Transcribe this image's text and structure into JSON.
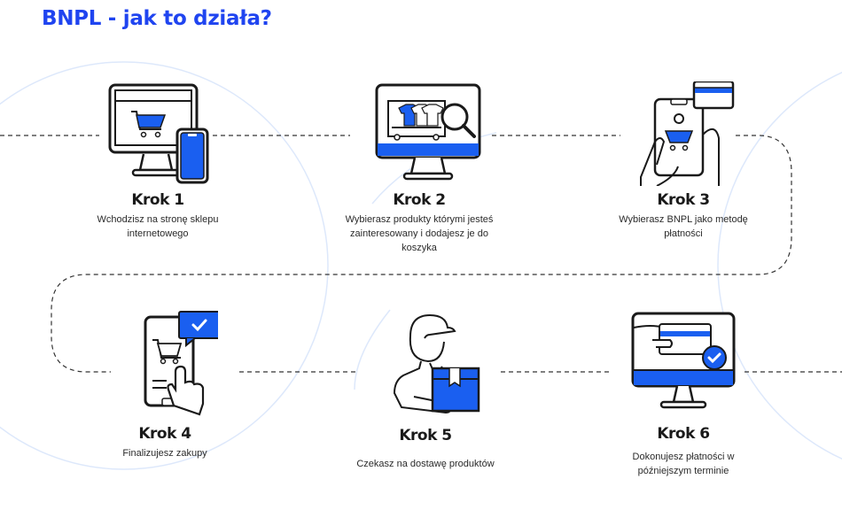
{
  "title": "BNPL - jak to działa?",
  "colors": {
    "accent": "#1f44f0",
    "icon_blue": "#1a5ff0",
    "stroke": "#1a1a1a",
    "bg_circle": "#dde8fb"
  },
  "steps": [
    {
      "heading": "Krok 1",
      "desc": "Wchodzisz na stronę sklepu internetowego",
      "icon": "desktop-phone-cart-icon"
    },
    {
      "heading": "Krok 2",
      "desc": "Wybierasz produkty którymi jesteś zainteresowany i dodajesz je do koszyka",
      "icon": "monitor-clothes-search-icon"
    },
    {
      "heading": "Krok 3",
      "desc": "Wybierasz BNPL jako metodę płatności",
      "icon": "phone-card-hand-icon"
    },
    {
      "heading": "Krok 4",
      "desc": "Finalizujesz zakupy",
      "icon": "phone-checkout-tap-icon"
    },
    {
      "heading": "Krok 5",
      "desc": "Czekasz na dostawę produktów",
      "icon": "courier-package-icon"
    },
    {
      "heading": "Krok 6",
      "desc": "Dokonujesz płatności w późniejszym terminie",
      "icon": "monitor-card-check-icon"
    }
  ]
}
